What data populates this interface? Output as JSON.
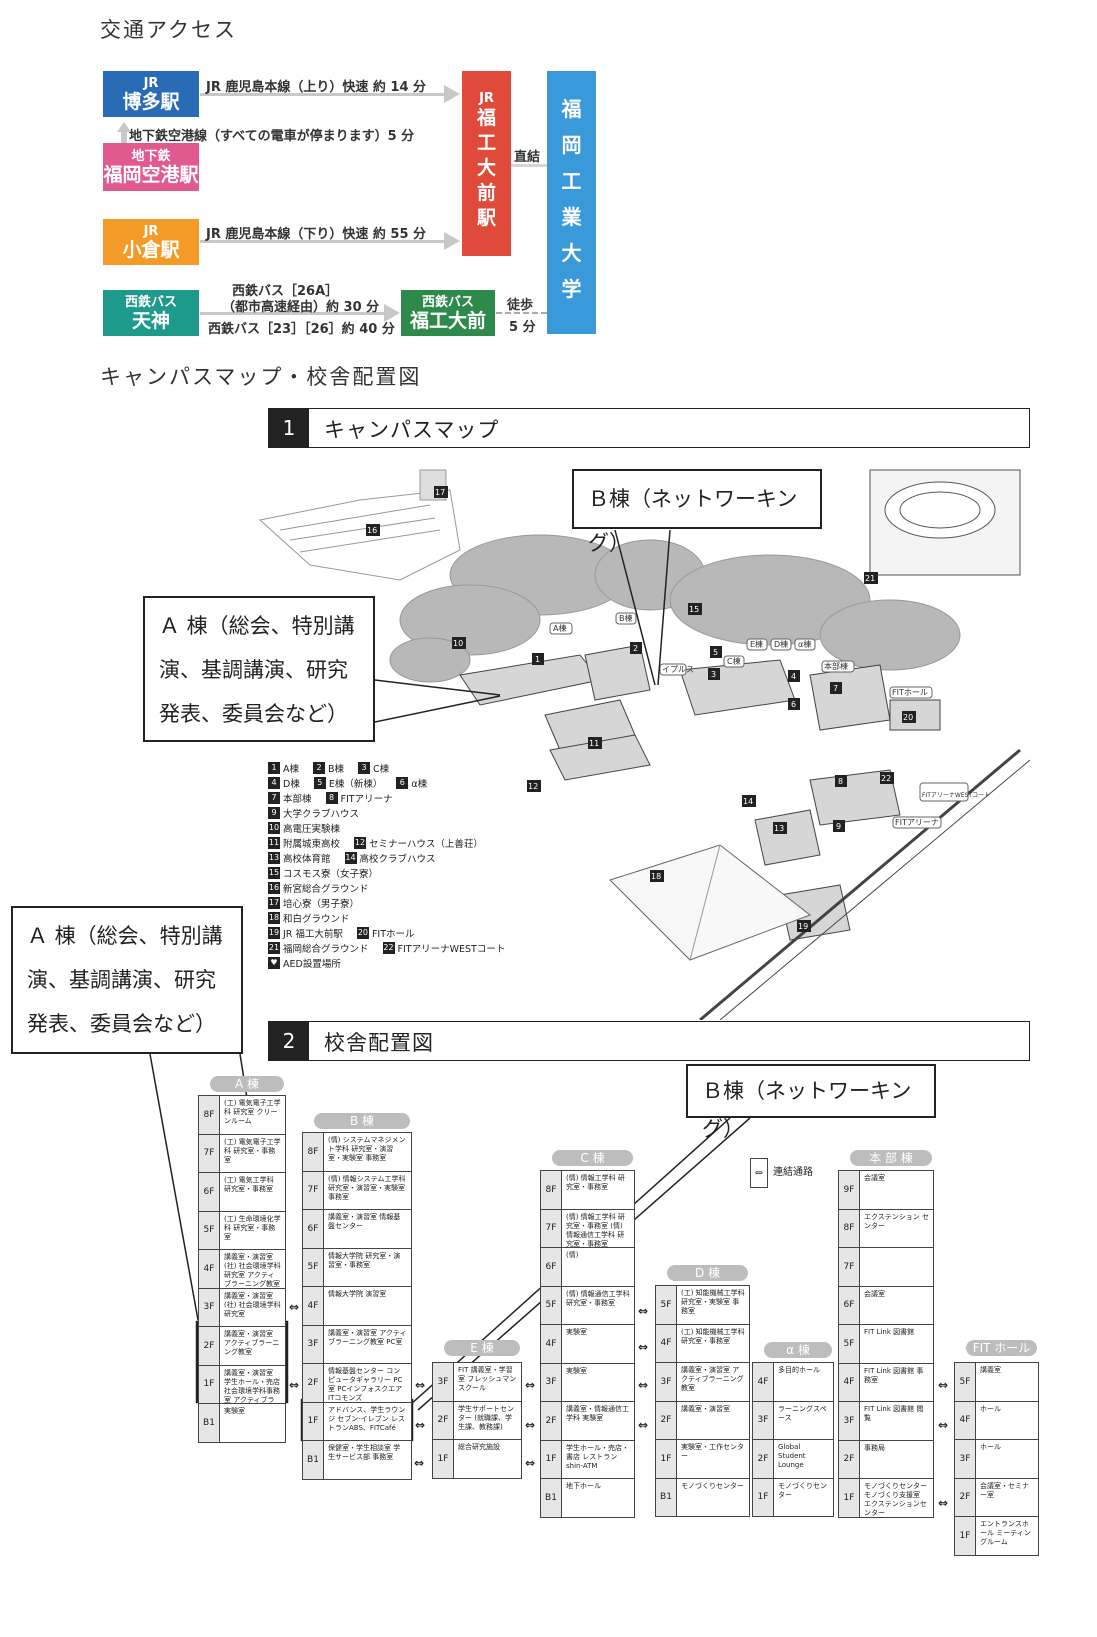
{
  "headings": {
    "access": "交通アクセス",
    "map": "キャンパスマップ・校舎配置図"
  },
  "access": {
    "hakata": {
      "line1": "JR",
      "line2": "博多駅"
    },
    "airport": {
      "line1": "地下鉄",
      "line2": "福岡空港駅"
    },
    "kokura": {
      "line1": "JR",
      "line2": "小倉駅"
    },
    "tenjin": {
      "line1": "西鉄バス",
      "line2": "天神"
    },
    "fitstation": [
      "JR",
      "福",
      "工",
      "大",
      "前",
      "駅"
    ],
    "fitbus": {
      "line1": "西鉄バス",
      "line2": "福工大前"
    },
    "university": [
      "福",
      "岡",
      "工",
      "業",
      "大",
      "学"
    ],
    "route_hakata": "JR 鹿児島本線（上り）快速 約 14 分",
    "route_airport": "地下鉄空港線（すべての電車が停まります）5 分",
    "route_kokura": "JR 鹿児島本線（下り）快速 約 55 分",
    "route_bus1": "西鉄バス［26A］",
    "route_bus2": "（都市高速経由）約 30 分",
    "route_bus3": "西鉄バス［23］［26］約 40 分",
    "direct": "直結",
    "walk1": "徒歩",
    "walk2": "5 分",
    "colors": {
      "blue": "#2a6bb5",
      "pink": "#e05a8f",
      "orange": "#f39a27",
      "teal": "#1e9a8a",
      "red": "#e04a3a",
      "green": "#2d8a4a",
      "skyblue": "#3a9ad9"
    }
  },
  "section1": {
    "num": "1",
    "title": "キャンパスマップ"
  },
  "section2": {
    "num": "2",
    "title": "校舎配置図"
  },
  "callouts": {
    "b_map": "Ｂ棟（ネットワーキング）",
    "a_map": "Ａ 棟（総会、特別講演、基調講演、研究発表、委員会など）",
    "a_layout": "Ａ 棟（総会、特別講演、基調講演、研究発表、委員会など）",
    "b_layout": "Ｂ棟（ネットワーキング）"
  },
  "legend": [
    [
      {
        "n": "1",
        "t": "A棟"
      },
      {
        "n": "2",
        "t": "B棟"
      },
      {
        "n": "3",
        "t": "C棟"
      }
    ],
    [
      {
        "n": "4",
        "t": "D棟"
      },
      {
        "n": "5",
        "t": "E棟（新棟）"
      },
      {
        "n": "6",
        "t": "α棟"
      }
    ],
    [
      {
        "n": "7",
        "t": "本部棟"
      },
      {
        "n": "8",
        "t": "FITアリーナ"
      }
    ],
    [
      {
        "n": "9",
        "t": "大学クラブハウス"
      }
    ],
    [
      {
        "n": "10",
        "t": "高電圧実験棟"
      }
    ],
    [
      {
        "n": "11",
        "t": "附属城東高校"
      },
      {
        "n": "12",
        "t": "セミナーハウス（上善荘）"
      }
    ],
    [
      {
        "n": "13",
        "t": "高校体育館"
      },
      {
        "n": "14",
        "t": "高校クラブハウス"
      }
    ],
    [
      {
        "n": "15",
        "t": "コスモス寮（女子寮）"
      }
    ],
    [
      {
        "n": "16",
        "t": "新宮総合グラウンド"
      }
    ],
    [
      {
        "n": "17",
        "t": "培心寮（男子寮）"
      }
    ],
    [
      {
        "n": "18",
        "t": "和白グラウンド"
      }
    ],
    [
      {
        "n": "19",
        "t": "JR 福工大前駅"
      },
      {
        "n": "20",
        "t": "FITホール"
      }
    ],
    [
      {
        "n": "21",
        "t": "福岡総合グラウンド"
      },
      {
        "n": "22",
        "t": "FITアリーナWESTコート"
      }
    ],
    [
      {
        "n": "♥",
        "t": "AED設置場所"
      }
    ]
  ],
  "map_labels": {
    "a": "A棟",
    "b": "B棟",
    "e": "E棟",
    "d": "D棟",
    "alpha": "α棟",
    "c": "C棟",
    "honbu": "本部棟",
    "fithall": "FITホール",
    "arena": "FITアリーナ",
    "westcourt": "FITアリーナWESTコート",
    "plaza": "イプルス"
  },
  "buildings": {
    "a": {
      "label": "A 棟",
      "floors": [
        {
          "f": "8F",
          "t": "(工) 電気電子工学科 研究室 クリーンルーム"
        },
        {
          "f": "7F",
          "t": "(工) 電気電子工学科 研究室・事務室"
        },
        {
          "f": "6F",
          "t": "(工) 電気工学科 研究室・事務室"
        },
        {
          "f": "5F",
          "t": "(工) 生命環境化学科 研究室・事務室"
        },
        {
          "f": "4F",
          "t": "講義室・演習室 (社) 社会環境学科 研究室 アクティブラーニング教室"
        },
        {
          "f": "3F",
          "t": "講義室・演習室 (社) 社会環境学科 研究室"
        },
        {
          "f": "2F",
          "t": "講義室・演習室 アクティブラーニング教室"
        },
        {
          "f": "1F",
          "t": "講義室・演習室 学生ホール・売店 社会環境学科事務室 アクティブラーニング教室"
        },
        {
          "f": "B1",
          "t": "実験室"
        }
      ]
    },
    "b": {
      "label": "B 棟",
      "floors": [
        {
          "f": "8F",
          "t": "(情) システムマネジメント学科 研究室・演習室・実験室 事務室"
        },
        {
          "f": "7F",
          "t": "(情) 情報システム工学科 研究室・演習室・実験室 事務室"
        },
        {
          "f": "6F",
          "t": "講義室・演習室 情報基盤センター"
        },
        {
          "f": "5F",
          "t": "情報大学院 研究室・演習室・事務室"
        },
        {
          "f": "4F",
          "t": "情報大学院 演習室"
        },
        {
          "f": "3F",
          "t": "講義室・演習室 アクティブラーニング教室 PC室"
        },
        {
          "f": "2F",
          "t": "情報基盤センター コンピュータギャラリー PC室 PCインフォスクエア ITコモンズ"
        },
        {
          "f": "1F",
          "t": "アドバンス、学生ラウンジ セブン-イレブン レストランABS、FITCafé"
        },
        {
          "f": "B1",
          "t": "保健室・学生相談室 学生サービス部 事務室"
        }
      ]
    },
    "c": {
      "label": "C 棟",
      "floors": [
        {
          "f": "8F",
          "t": "(情) 情報工学科 研究室・事務室"
        },
        {
          "f": "7F",
          "t": "(情) 情報工学科 研究室・事務室 (情) 情報通信工学科 研究室・事務室"
        },
        {
          "f": "6F",
          "t": "(情)"
        },
        {
          "f": "5F",
          "t": "(情) 情報通信工学科 研究室・事務室"
        },
        {
          "f": "4F",
          "t": "実験室"
        },
        {
          "f": "3F",
          "t": "実験室"
        },
        {
          "f": "2F",
          "t": "講義室・情報通信工学科 実験室"
        },
        {
          "f": "1F",
          "t": "学生ホール・売店・書店 レストランshin-ATM"
        },
        {
          "f": "B1",
          "t": "地下ホール"
        }
      ]
    },
    "d": {
      "label": "D 棟",
      "floors": [
        {
          "f": "5F",
          "t": "(工) 知能機械工学科 研究室・実験室 事務室"
        },
        {
          "f": "4F",
          "t": "(工) 知能機械工学科 研究室・事務室"
        },
        {
          "f": "3F",
          "t": "講義室・演習室 アクティブラーニング教室"
        },
        {
          "f": "2F",
          "t": "講義室・演習室"
        },
        {
          "f": "1F",
          "t": "実験室・工作センター"
        },
        {
          "f": "B1",
          "t": "モノづくりセンター"
        }
      ]
    },
    "e": {
      "label": "E 棟",
      "floors": [
        {
          "f": "3F",
          "t": "FIT 講義室・学習室 フレッシュマンスクール"
        },
        {
          "f": "2F",
          "t": "学生サポートセンター (就職課、学生課、教務課)"
        },
        {
          "f": "1F",
          "t": "総合研究施設"
        }
      ]
    },
    "alpha": {
      "label": "α 棟",
      "floors": [
        {
          "f": "4F",
          "t": "多目的ホール"
        },
        {
          "f": "3F",
          "t": "ラーニングスペース"
        },
        {
          "f": "2F",
          "t": "Global Student Lounge"
        },
        {
          "f": "1F",
          "t": "モノづくりセンター"
        }
      ]
    },
    "honbu": {
      "label": "本 部 棟",
      "floors": [
        {
          "f": "9F",
          "t": "会議室"
        },
        {
          "f": "8F",
          "t": "エクステンション センター"
        },
        {
          "f": "7F",
          "t": ""
        },
        {
          "f": "6F",
          "t": "会議室"
        },
        {
          "f": "5F",
          "t": "FIT Link 図書館"
        },
        {
          "f": "4F",
          "t": "FIT Link 図書館 事務室"
        },
        {
          "f": "3F",
          "t": "FIT Link 図書館 閲覧"
        },
        {
          "f": "2F",
          "t": "事務局"
        },
        {
          "f": "1F",
          "t": "モノづくりセンター モノづくり支援室 エクステンションセンター"
        }
      ]
    },
    "fithall": {
      "label": "FIT ホール",
      "floors": [
        {
          "f": "5F",
          "t": "講義室"
        },
        {
          "f": "4F",
          "t": "ホール"
        },
        {
          "f": "3F",
          "t": "ホール"
        },
        {
          "f": "2F",
          "t": "会議室・セミナー室"
        },
        {
          "f": "1F",
          "t": "エントランスホール ミーティングルーム"
        }
      ]
    }
  },
  "connector_legend": "連結通路"
}
